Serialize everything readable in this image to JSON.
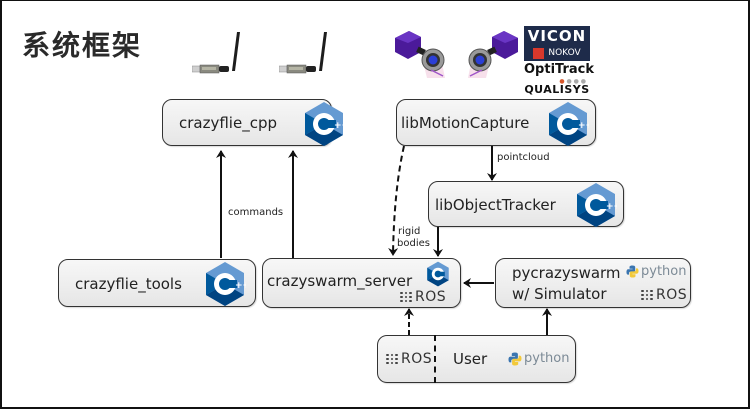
{
  "title": "系统框架",
  "hardware": {
    "radio_dongles": [
      "crazyradio-dongle",
      "crazyradio-dongle"
    ],
    "mocap_cameras": [
      "mocap-camera",
      "mocap-camera"
    ],
    "mocap_vendors": [
      "VICON",
      "NOKOV",
      "OptiTrack",
      "QUALISYS"
    ]
  },
  "nodes": {
    "crazyflie_cpp": {
      "label": "crazyflie_cpp",
      "tech": [
        "C++"
      ]
    },
    "libMotionCapture": {
      "label": "libMotionCapture",
      "tech": [
        "C++"
      ]
    },
    "libObjectTracker": {
      "label": "libObjectTracker",
      "tech": [
        "C++"
      ]
    },
    "crazyflie_tools": {
      "label": "crazyflie_tools",
      "tech": [
        "C++"
      ]
    },
    "crazyswarm_server": {
      "label": "crazyswarm_server",
      "tech": [
        "C++",
        "ROS"
      ]
    },
    "pycrazyswarm": {
      "label_line1": "pycrazyswarm",
      "label_line2": "w/ Simulator",
      "tech": [
        "python",
        "ROS"
      ]
    },
    "user": {
      "label": "User",
      "tech": [
        "ROS",
        "python"
      ]
    }
  },
  "badges": {
    "ros": "ROS",
    "python": "python",
    "cpp_plus": "++"
  },
  "edges": [
    {
      "from": "crazyflie_tools",
      "to": "crazyflie_cpp",
      "style": "solid",
      "label": ""
    },
    {
      "from": "crazyswarm_server",
      "to": "crazyflie_cpp",
      "style": "solid",
      "label": "commands"
    },
    {
      "from": "libMotionCapture",
      "to": "libObjectTracker",
      "style": "solid",
      "label": "pointcloud"
    },
    {
      "from": "libMotionCapture",
      "to": "crazyswarm_server",
      "style": "dashed",
      "label": ""
    },
    {
      "from": "libObjectTracker",
      "to": "crazyswarm_server",
      "style": "solid",
      "label": "rigid bodies"
    },
    {
      "from": "pycrazyswarm",
      "to": "crazyswarm_server",
      "style": "solid",
      "label": ""
    },
    {
      "from": "user",
      "to": "crazyswarm_server",
      "style": "dashed",
      "label": ""
    },
    {
      "from": "user",
      "to": "pycrazyswarm",
      "style": "solid",
      "label": ""
    }
  ],
  "edge_labels": {
    "commands": "commands",
    "pointcloud": "pointcloud",
    "rigid_line1": "rigid",
    "rigid_line2": "bodies"
  }
}
